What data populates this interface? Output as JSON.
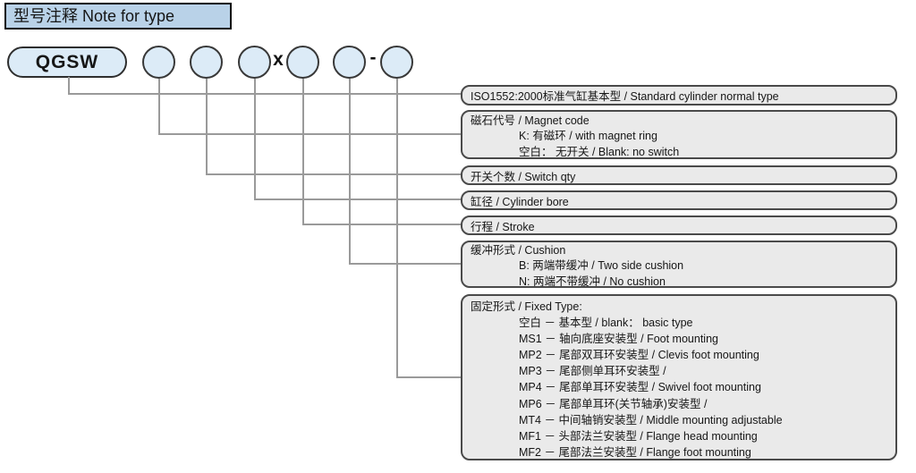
{
  "page": {
    "title": "型号注释 Note for type"
  },
  "code": {
    "prefix": "QGSW",
    "separators": {
      "multiply": "x",
      "dash": "-"
    }
  },
  "colors": {
    "title_fill": "#b9d2e8",
    "circle_fill": "#dcebf7",
    "box_fill": "#eaeaea",
    "connector": "#9a9a9a"
  },
  "legend_boxes": [
    {
      "id": "standard-type",
      "lines": [
        {
          "text": "ISO1552:2000标准气缸基本型 / Standard cylinder normal type",
          "indent": false
        }
      ]
    },
    {
      "id": "magnet-code",
      "lines": [
        {
          "text": "磁石代号 / Magnet code",
          "indent": false
        },
        {
          "text": "K: 有磁环 / with magnet ring",
          "indent": true
        },
        {
          "text": "空白： 无开关 / Blank: no switch",
          "indent": true
        }
      ]
    },
    {
      "id": "switch-qty",
      "lines": [
        {
          "text": "开关个数 / Switch qty",
          "indent": false
        }
      ]
    },
    {
      "id": "cylinder-bore",
      "lines": [
        {
          "text": "缸径 / Cylinder bore",
          "indent": false
        }
      ]
    },
    {
      "id": "stroke",
      "lines": [
        {
          "text": "行程 / Stroke",
          "indent": false
        }
      ]
    },
    {
      "id": "cushion",
      "lines": [
        {
          "text": "缓冲形式 / Cushion",
          "indent": false
        },
        {
          "text": "B: 两端带缓冲 / Two side cushion",
          "indent": true
        },
        {
          "text": "N: 两端不带缓冲 / No cushion",
          "indent": true
        }
      ]
    },
    {
      "id": "fixed-type",
      "lines": [
        {
          "text": "固定形式 / Fixed Type:",
          "indent": false
        },
        {
          "text": "空白 － 基本型 / blank： basic type",
          "indent": true
        },
        {
          "text": "MS1 － 轴向底座安装型 / Foot mounting",
          "indent": true
        },
        {
          "text": "MP2 － 尾部双耳环安装型 / Clevis foot mounting",
          "indent": true
        },
        {
          "text": "MP3 － 尾部侧单耳环安装型 /",
          "indent": true
        },
        {
          "text": "MP4 － 尾部单耳环安装型 / Swivel foot mounting",
          "indent": true
        },
        {
          "text": "MP6 － 尾部单耳环(关节轴承)安装型 /",
          "indent": true
        },
        {
          "text": "MT4 － 中间轴销安装型 / Middle mounting adjustable",
          "indent": true
        },
        {
          "text": "MF1 － 头部法兰安装型 / Flange head mounting",
          "indent": true
        },
        {
          "text": "MF2 － 尾部法兰安装型 / Flange foot mounting",
          "indent": true
        }
      ]
    }
  ]
}
